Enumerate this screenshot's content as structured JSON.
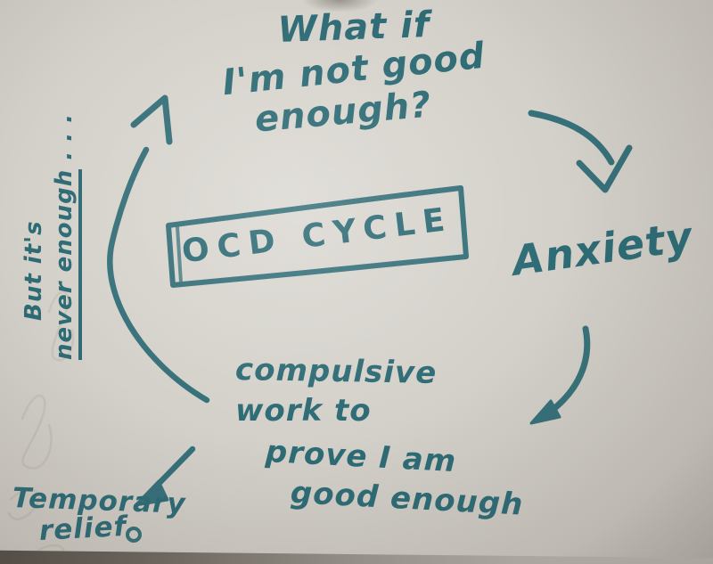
{
  "diagram": {
    "title": "OCD CYCLE",
    "obsession": {
      "line1": "What if",
      "line2": "I'm not good",
      "line3": "enough?"
    },
    "anxiety": {
      "label": "Anxiety"
    },
    "compulsion": {
      "line1": "compulsive",
      "line2": "work to",
      "line3": "prove I am",
      "line4": "good enough"
    },
    "relief": {
      "line1": "Temporary",
      "line2": "relief"
    },
    "side_note": {
      "line1": "But it's",
      "line2_underlined": "never enough",
      "line2_suffix": " . . ."
    },
    "arrows": [
      "obsession-to-anxiety",
      "anxiety-to-compulsion",
      "compulsion-to-obsession",
      "compulsion-to-temporary-relief"
    ],
    "colors": {
      "ink": "#2e6b75",
      "paper": "#d3d0c9"
    }
  }
}
